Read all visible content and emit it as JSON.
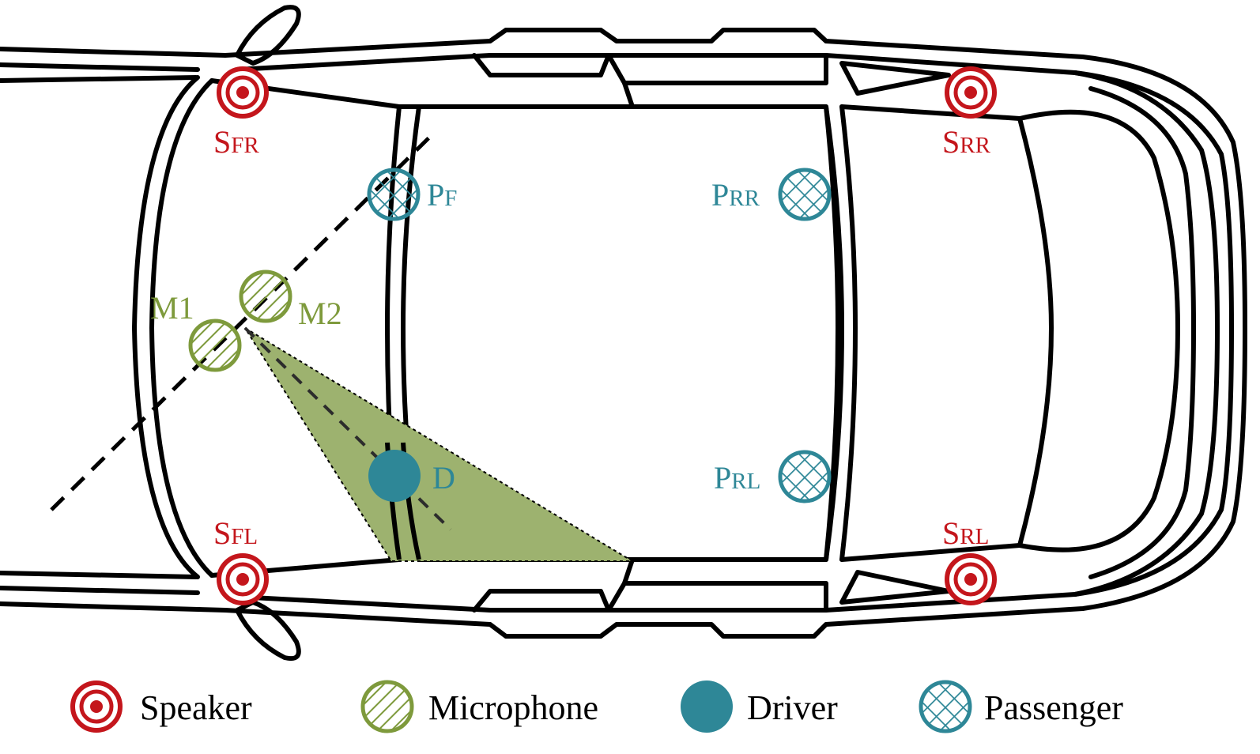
{
  "colors": {
    "speaker": "#c4161c",
    "microphone": "#7e9a3c",
    "driver": "#2e8797",
    "passenger": "#2e8797",
    "beam_fill": "#9db26f",
    "car_line": "#000000"
  },
  "labels": {
    "speaker_front_right": {
      "main": "S",
      "sub": "FR"
    },
    "speaker_rear_right": {
      "main": "S",
      "sub": "RR"
    },
    "speaker_front_left": {
      "main": "S",
      "sub": "FL"
    },
    "speaker_rear_left": {
      "main": "S",
      "sub": "RL"
    },
    "passenger_front": {
      "main": "P",
      "sub": "F"
    },
    "passenger_rear_right": {
      "main": "P",
      "sub": "RR"
    },
    "passenger_rear_left": {
      "main": "P",
      "sub": "RL"
    },
    "mic1": "M1",
    "mic2": "M2",
    "driver": "D"
  },
  "legend": {
    "speaker": "Speaker",
    "microphone": "Microphone",
    "driver": "Driver",
    "passenger": "Passenger"
  }
}
